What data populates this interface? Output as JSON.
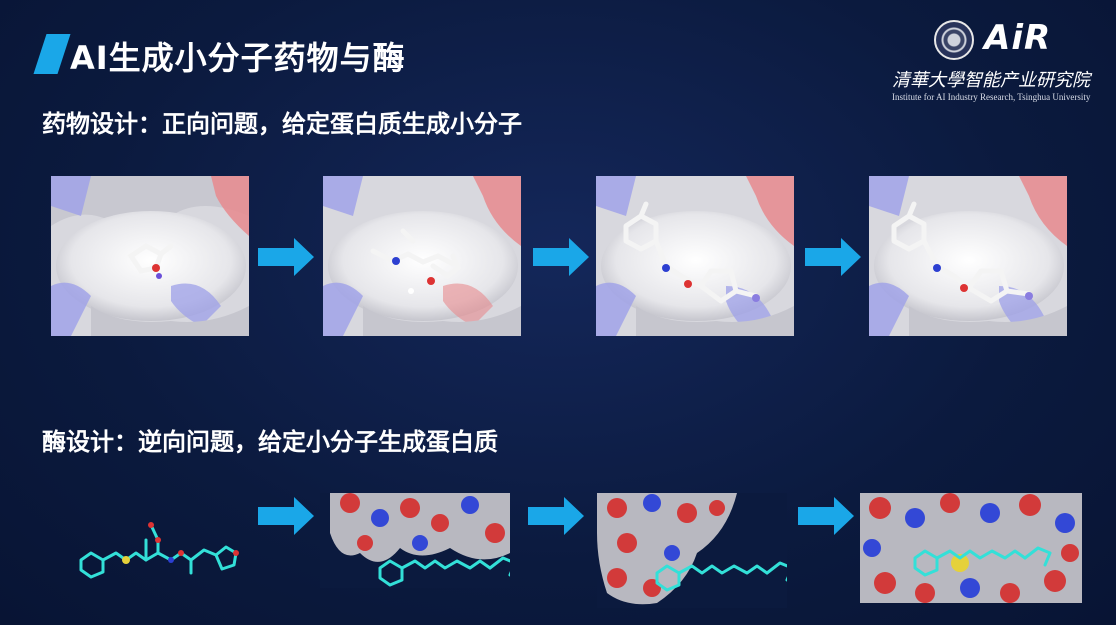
{
  "slide": {
    "title": "AI生成小分子药物与酶",
    "sections": [
      {
        "heading": "药物设计：正向问题，给定蛋白质生成小分子"
      },
      {
        "heading": "酶设计：逆向问题，给定小分子生成蛋白质"
      }
    ]
  },
  "logo": {
    "brand": "AiR",
    "chinese_name": "清華大學智能产业研究院",
    "english_name": "Institute for AI Industry Research, Tsinghua University"
  },
  "colors": {
    "background": "#0b1a3e",
    "accent": "#1aa7e8",
    "arrow": "#1aa7e8"
  }
}
